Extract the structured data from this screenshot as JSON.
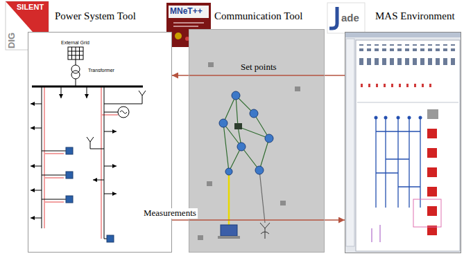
{
  "diagram": {
    "nodes": [
      {
        "text": [
          "Power System Tool"
        ]
      },
      {
        "text": [
          "Communication Tool"
        ]
      },
      {
        "text": [
          "MAS Environment"
        ]
      }
    ],
    "edges": [
      {
        "from": 2,
        "to": 0,
        "arrow": "to",
        "label": "Set points"
      },
      {
        "from": 0,
        "to": 2,
        "arrow": "to",
        "label": "Measurements"
      }
    ],
    "labels": [
      "DIG",
      "SILENT",
      "MNeT++",
      "ade",
      "External Grid",
      "Transformer"
    ]
  }
}
